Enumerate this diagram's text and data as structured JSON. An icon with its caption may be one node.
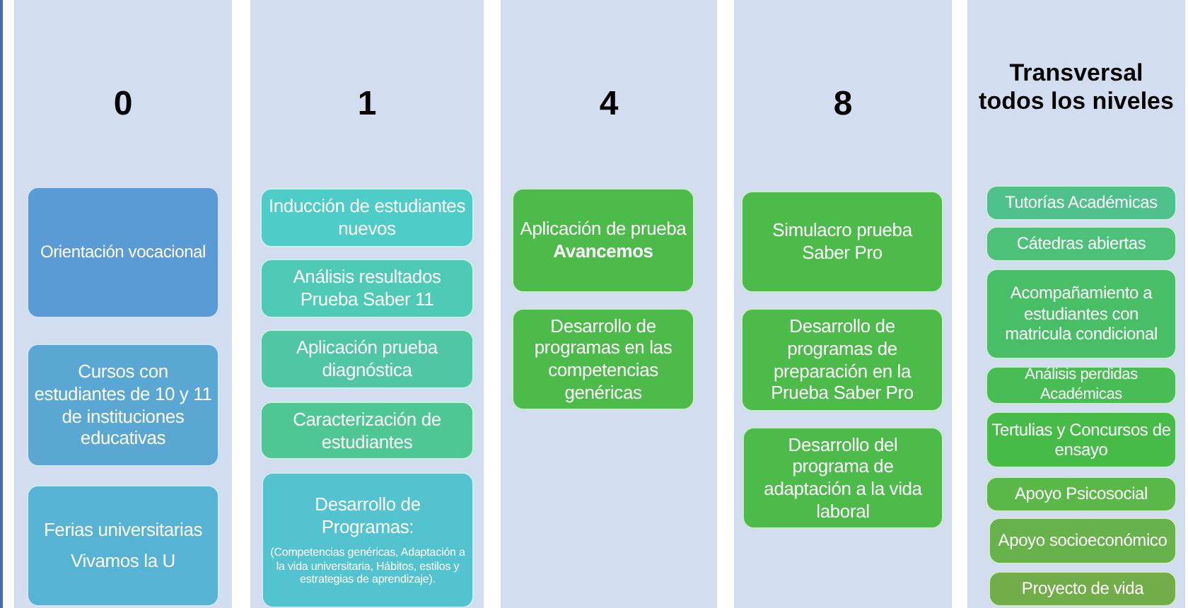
{
  "diagram": {
    "nodes": [
      {
        "text": [
          "0"
        ]
      },
      {
        "text": [
          "Orientación vocacional"
        ],
        "in": 0
      },
      {
        "text": [
          "Cursos con estudiantes de 10 y 11 de instituciones educativas"
        ],
        "in": 0
      },
      {
        "text": [
          "Ferias universitarias",
          "Vivamos la U"
        ],
        "in": 0
      },
      {
        "text": [
          "1"
        ]
      },
      {
        "text": [
          "Inducción de estudiantes nuevos"
        ],
        "in": 4
      },
      {
        "text": [
          "Análisis resultados Prueba Saber 11"
        ],
        "in": 4
      },
      {
        "text": [
          "Aplicación prueba diagnóstica"
        ],
        "in": 4
      },
      {
        "text": [
          "Caracterización de estudiantes"
        ],
        "in": 4
      },
      {
        "text": [
          "Desarrollo de Programas:",
          "(Competencias genéricas, Adaptación a la vida universitaria, Hábitos, estilos y estrategias de aprendizaje)."
        ],
        "in": 4
      },
      {
        "text": [
          "4"
        ]
      },
      {
        "text": [
          "Aplicación de prueba **Avancemos**"
        ],
        "in": 10
      },
      {
        "text": [
          "Desarrollo de programas en las competencias genéricas"
        ],
        "in": 10
      },
      {
        "text": [
          "8"
        ]
      },
      {
        "text": [
          "Simulacro prueba Saber Pro"
        ],
        "in": 13
      },
      {
        "text": [
          "Desarrollo de programas de preparación en la Prueba Saber Pro"
        ],
        "in": 13
      },
      {
        "text": [
          "Desarrollo del programa de adaptación a la vida laboral"
        ],
        "in": 13
      },
      {
        "text": [
          "Transversal todos los niveles"
        ]
      },
      {
        "text": [
          "Tutorías Académicas"
        ],
        "in": 17
      },
      {
        "text": [
          "Cátedras abiertas"
        ],
        "in": 17
      },
      {
        "text": [
          "Acompañamiento a estudiantes con matricula condicional"
        ],
        "in": 17
      },
      {
        "text": [
          "Análisis perdidas Académicas"
        ],
        "in": 17
      },
      {
        "text": [
          "Tertulias y Concursos de ensayo"
        ],
        "in": 17
      },
      {
        "text": [
          "Apoyo Psicosocial"
        ],
        "in": 17
      },
      {
        "text": [
          "Apoyo socioeconómico"
        ],
        "in": 17
      },
      {
        "text": [
          "Proyecto de vida"
        ],
        "in": 17
      }
    ]
  }
}
